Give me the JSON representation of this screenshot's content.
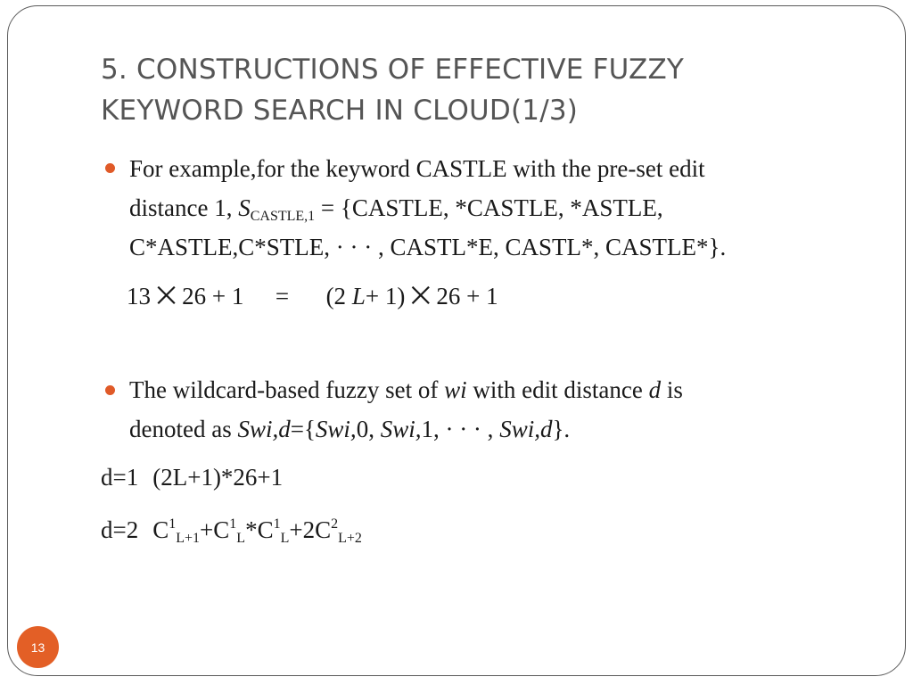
{
  "slide": {
    "title_line1": "5. CONSTRUCTIONS OF EFFECTIVE FUZZY",
    "title_line2": "KEYWORD SEARCH IN CLOUD(1/3)",
    "page_number": "13",
    "bullet_color": "#e05a28",
    "bullet1": {
      "line1": "For example,for the keyword CASTLE with the pre-set edit",
      "line2_prefix": "distance 1, ",
      "line2_set_symbol": "S",
      "line2_set_sub": "CASTLE,1",
      "line2_rest": " = {CASTLE, *CASTLE, *ASTLE,",
      "line3": "C*ASTLE,C*STLE, · · · , CASTL*E, CASTL*, CASTLE*}."
    },
    "formula": {
      "left": "13 ⨉ 26 + 1",
      "equals": "=",
      "right_pre": "(2 ",
      "right_L": "L",
      "right_post": "+ 1) ⨉ 26 + 1"
    },
    "bullet2": {
      "l1_a": "The wildcard-based fuzzy set of ",
      "l1_wi": "wi",
      "l1_b": " with edit distance ",
      "l1_d": "d",
      "l1_c": " is",
      "l2_a": "denoted as ",
      "l2_swid": "Swi,d",
      "l2_b": "={",
      "l2_swi0": "Swi,",
      "l2_0": "0, ",
      "l2_swi1": "Swi,",
      "l2_1": "1, · · · , ",
      "l2_swid2": "Swi,d",
      "l2_end": "}."
    },
    "d1": {
      "label": "d=1",
      "expr": "(2L+1)*26+1"
    },
    "d2": {
      "label": "d=2",
      "c1": "C",
      "c1_sup": "1",
      "c1_sub": "L+1",
      "plus1": "+C",
      "c2_sup": "1",
      "c2_sub": "L",
      "star": "*C",
      "c3_sup": "1",
      "c3_sub": "L",
      "plus2": "+2C",
      "c4_sup": "2",
      "c4_sub": "L+2"
    }
  }
}
